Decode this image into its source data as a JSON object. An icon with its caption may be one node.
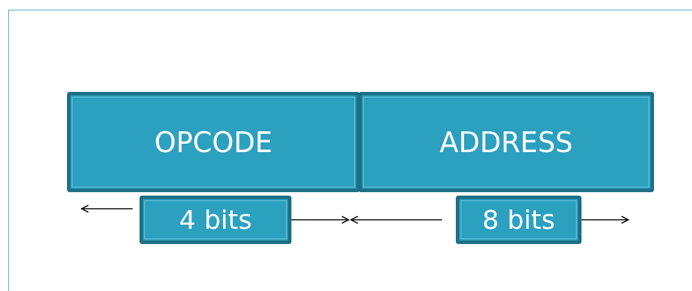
{
  "diagram": {
    "nodes": [
      {
        "text": [
          "OPCODE"
        ]
      },
      {
        "text": [
          "ADDRESS"
        ]
      },
      {
        "text": [
          "4 bits"
        ]
      },
      {
        "text": [
          "8 bits"
        ]
      }
    ]
  }
}
